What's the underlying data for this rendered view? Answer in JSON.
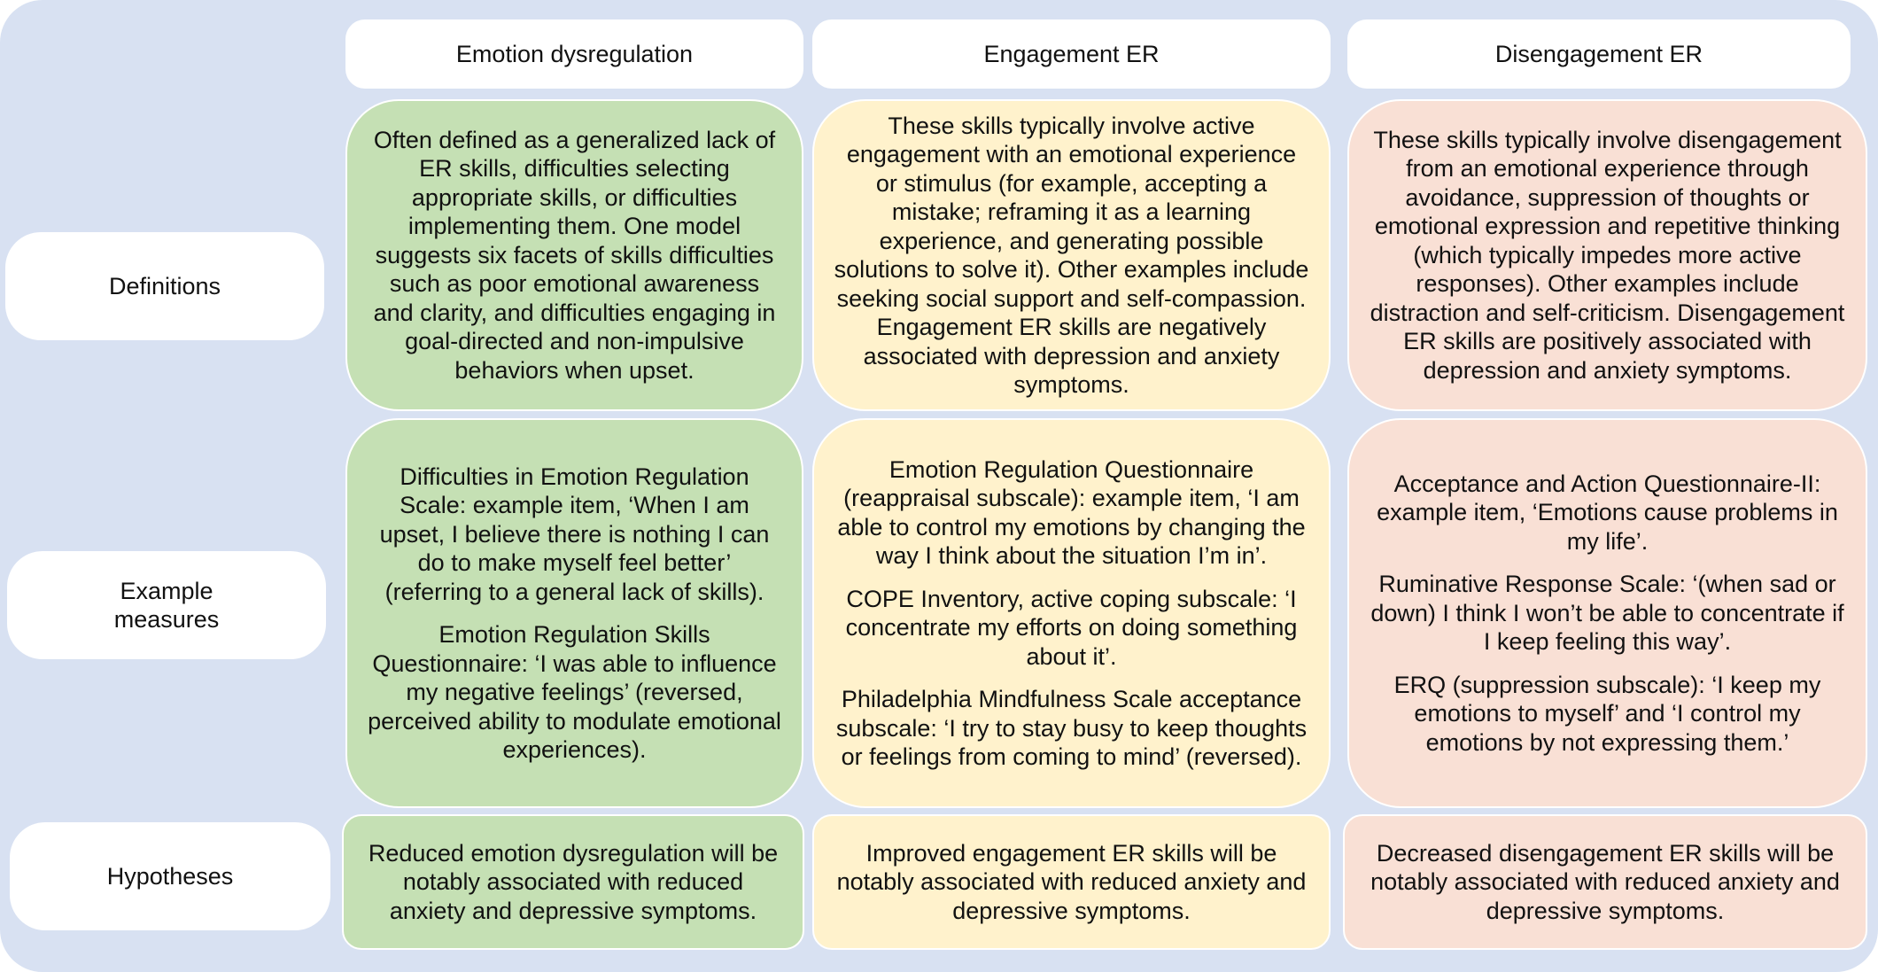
{
  "columns": {
    "dysregulation": "Emotion dysregulation",
    "engagement": "Engagement ER",
    "disengagement": "Disengagement ER"
  },
  "rows": {
    "definitions": "Definitions",
    "measures_line1": "Example",
    "measures_line2": "measures",
    "hypotheses": "Hypotheses"
  },
  "definitions": {
    "dysregulation": "Often defined as a generalized lack of ER skills, difficulties selecting appropriate skills, or difficulties implementing them. One model suggests six facets of skills difficulties such as poor emotional awareness and clarity, and difficulties engaging in goal-directed and non-impulsive behaviors when upset.",
    "engagement": "These skills typically involve active engagement with an emotional experience or stimulus (for example, accepting a mistake; reframing it as a learning experience, and generating possible solutions to solve it). Other examples include seeking social support and self-compassion. Engagement ER skills are negatively associated with depression and anxiety symptoms.",
    "disengagement": "These skills typically involve disengagement from an emotional experience through avoidance, suppression of thoughts or emotional expression and repetitive thinking (which typically impedes more active responses). Other examples include distraction and self-criticism. Disengagement ER skills are positively associated with depression and anxiety symptoms."
  },
  "measures": {
    "dysregulation": [
      "Difficulties in Emotion Regulation Scale: example item, ‘When I am upset, I believe there is nothing I can do to make myself feel better’ (referring to a general lack of skills).",
      "Emotion Regulation Skills Questionnaire: ‘I was able to influence my negative feelings’ (reversed, perceived ability to modulate emotional experiences)."
    ],
    "engagement": [
      "Emotion Regulation Questionnaire (reappraisal subscale): example item, ‘I am able to control my emotions by changing the way I think about the situation I’m in’.",
      "COPE Inventory, active coping subscale: ‘I concentrate my efforts on doing something about it’.",
      "Philadelphia Mindfulness Scale acceptance subscale: ‘I try to stay busy to keep thoughts or feelings from coming to mind’ (reversed)."
    ],
    "disengagement": [
      "Acceptance and Action Questionnaire-II: example item, ‘Emotions cause problems in my life’.",
      "Ruminative Response Scale: ‘(when sad or down) I think I won’t be able to concentrate if I keep feeling this way’.",
      "ERQ (suppression subscale): ‘I keep my emotions to myself’ and ‘I control my emotions by not expressing them.’"
    ]
  },
  "hypotheses": {
    "dysregulation": "Reduced emotion dysregulation will be notably associated with reduced anxiety and depressive symptoms.",
    "engagement": "Improved engagement ER skills will be notably associated with reduced anxiety and depressive symptoms.",
    "disengagement": "Decreased disengagement ER skills will be notably associated with reduced anxiety and depressive symptoms."
  },
  "colors": {
    "background_panel": "#d8e1f2",
    "dysregulation_fill": "#c5e0b4",
    "engagement_fill": "#fff2cc",
    "disengagement_fill": "#f9e0d5",
    "label_fill": "#ffffff"
  }
}
